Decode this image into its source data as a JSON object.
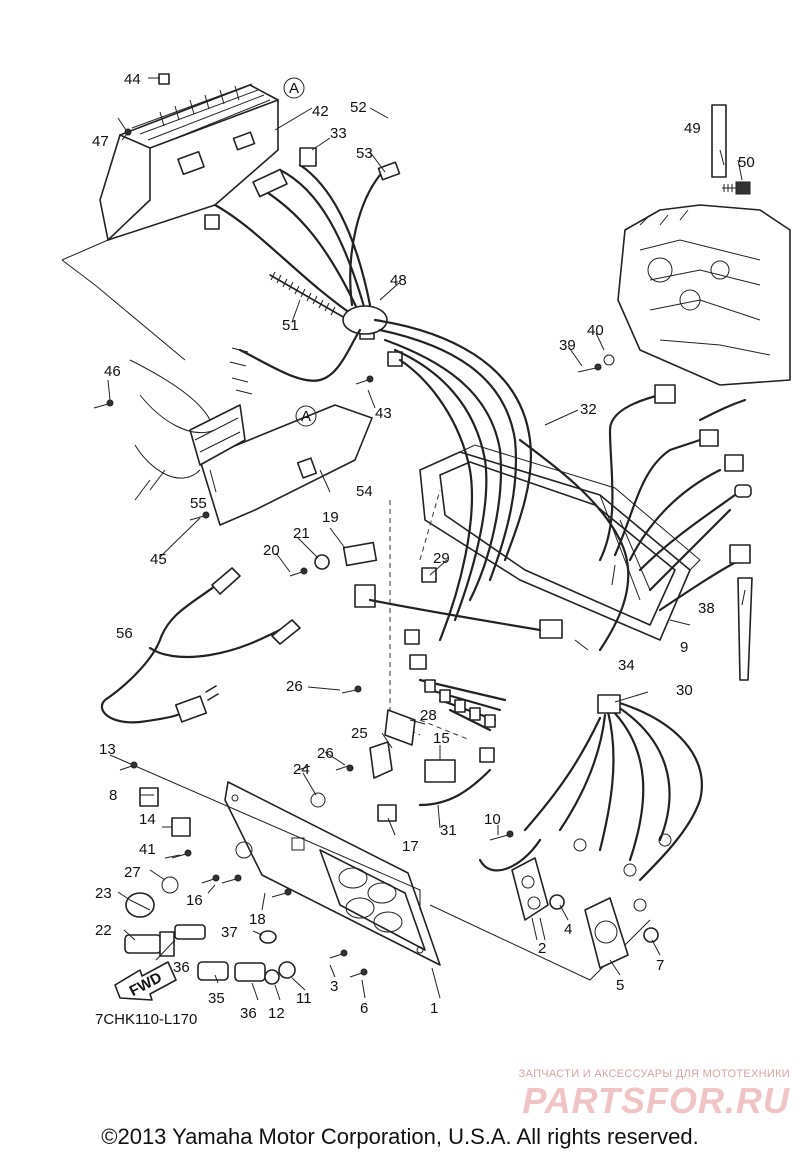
{
  "diagram": {
    "code": "7CHK110-L170",
    "ref_marker": "A",
    "fwd_label": "FWD",
    "callouts": [
      {
        "id": "1",
        "text": "1"
      },
      {
        "id": "2",
        "text": "2"
      },
      {
        "id": "3",
        "text": "3"
      },
      {
        "id": "4",
        "text": "4"
      },
      {
        "id": "5",
        "text": "5"
      },
      {
        "id": "6",
        "text": "6"
      },
      {
        "id": "7",
        "text": "7"
      },
      {
        "id": "8",
        "text": "8"
      },
      {
        "id": "9",
        "text": "9"
      },
      {
        "id": "10",
        "text": "10"
      },
      {
        "id": "11",
        "text": "11"
      },
      {
        "id": "12",
        "text": "12"
      },
      {
        "id": "13",
        "text": "13"
      },
      {
        "id": "14",
        "text": "14"
      },
      {
        "id": "15",
        "text": "15"
      },
      {
        "id": "16",
        "text": "16"
      },
      {
        "id": "17",
        "text": "17"
      },
      {
        "id": "18",
        "text": "18"
      },
      {
        "id": "19",
        "text": "19"
      },
      {
        "id": "20",
        "text": "20"
      },
      {
        "id": "21",
        "text": "21"
      },
      {
        "id": "22",
        "text": "22"
      },
      {
        "id": "23",
        "text": "23"
      },
      {
        "id": "24",
        "text": "24"
      },
      {
        "id": "25",
        "text": "25"
      },
      {
        "id": "26a",
        "text": "26"
      },
      {
        "id": "26b",
        "text": "26"
      },
      {
        "id": "27",
        "text": "27"
      },
      {
        "id": "28",
        "text": "28"
      },
      {
        "id": "29",
        "text": "29"
      },
      {
        "id": "30",
        "text": "30"
      },
      {
        "id": "31",
        "text": "31"
      },
      {
        "id": "32",
        "text": "32"
      },
      {
        "id": "33",
        "text": "33"
      },
      {
        "id": "34",
        "text": "34"
      },
      {
        "id": "35",
        "text": "35"
      },
      {
        "id": "36a",
        "text": "36"
      },
      {
        "id": "36b",
        "text": "36"
      },
      {
        "id": "37",
        "text": "37"
      },
      {
        "id": "38",
        "text": "38"
      },
      {
        "id": "39",
        "text": "39"
      },
      {
        "id": "40",
        "text": "40"
      },
      {
        "id": "41",
        "text": "41"
      },
      {
        "id": "42",
        "text": "42"
      },
      {
        "id": "43",
        "text": "43"
      },
      {
        "id": "44",
        "text": "44"
      },
      {
        "id": "45",
        "text": "45"
      },
      {
        "id": "46",
        "text": "46"
      },
      {
        "id": "47",
        "text": "47"
      },
      {
        "id": "48",
        "text": "48"
      },
      {
        "id": "49",
        "text": "49"
      },
      {
        "id": "50",
        "text": "50"
      },
      {
        "id": "51",
        "text": "51"
      },
      {
        "id": "52",
        "text": "52"
      },
      {
        "id": "53",
        "text": "53"
      },
      {
        "id": "54",
        "text": "54"
      },
      {
        "id": "55",
        "text": "55"
      },
      {
        "id": "56",
        "text": "56"
      }
    ]
  },
  "watermark": {
    "caption": "ЗАПЧАСТИ И АКСЕССУАРЫ ДЛЯ МОТОТЕХНИКИ",
    "logo": "PARTSFOR.RU"
  },
  "footer": {
    "copyright": "©2013 Yamaha Motor Corporation, U.S.A. All rights reserved."
  }
}
